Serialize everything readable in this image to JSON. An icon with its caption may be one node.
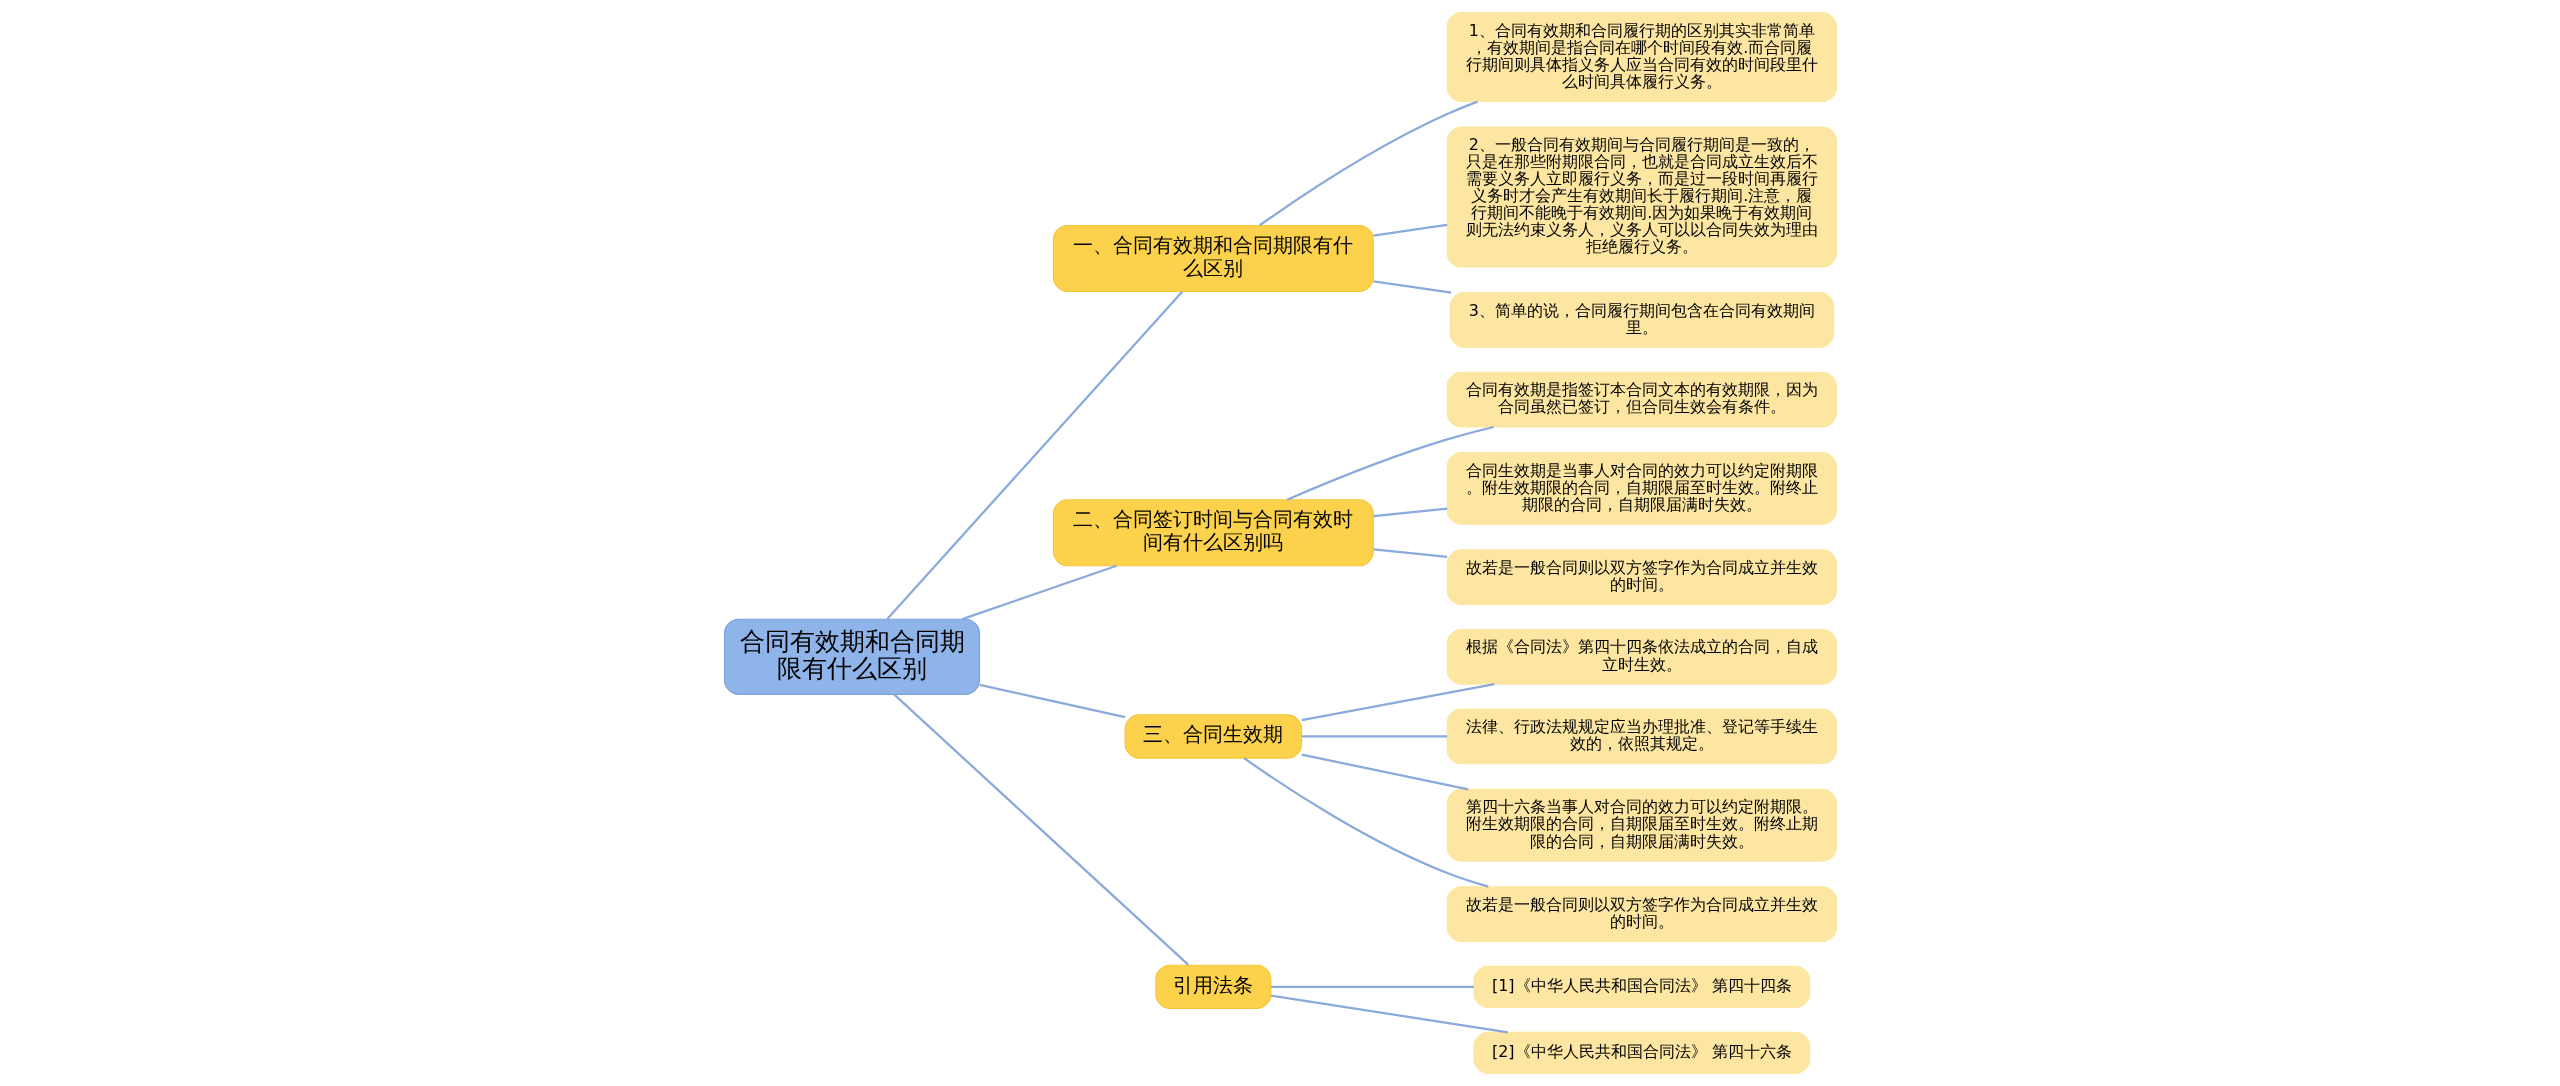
{
  "diagram": {
    "nodes": [
      {
        "text": [
          "合同有效期和合同期限有什么区别"
        ]
      },
      {
        "text": [
          "一、合同有效期和合同期限有什么区别"
        ]
      },
      {
        "text": [
          "1、合同有效期和合同履行期的区别其实非常简单，有效期间是指合同在哪个时间段有效.而合同履行期间则具体指义务人应当合同有效的时间段里什么时间具体履行义务。"
        ]
      },
      {
        "text": [
          "2、一般合同有效期间与合同履行期间是一致的，只是在那些附期限合同，也就是合同成立生效后不需要义务人立即履行义务，而是过一段时间再履行义务时才会产生有效期间长于履行期间.注意，履行期间不能晚于有效期间.因为如果晚于有效期间则无法约束义务人，义务人可以以合同失效为理由拒绝履行义务。"
        ]
      },
      {
        "text": [
          "3、简单的说，合同履行期间包含在合同有效期间里。"
        ]
      },
      {
        "text": [
          "二、合同签订时间与合同有效时间有什么区别吗"
        ]
      },
      {
        "text": [
          "合同有效期是指签订本合同文本的有效期限，因为合同虽然已签订，但合同生效会有条件。"
        ]
      },
      {
        "text": [
          "合同生效期是当事人对合同的效力可以约定附期限。附生效期限的合同，自期限届至时生效。附终止期限的合同，自期限届满时失效。"
        ]
      },
      {
        "text": [
          "故若是一般合同则以双方签字作为合同成立并生效的时间。"
        ]
      },
      {
        "text": [
          "三、合同生效期"
        ]
      },
      {
        "text": [
          "根据《合同法》第四十四条依法成立的合同，自成立时生效。"
        ]
      },
      {
        "text": [
          "法律、行政法规规定应当办理批准、登记等手续生效的，依照其规定。"
        ]
      },
      {
        "text": [
          "第四十六条当事人对合同的效力可以约定附期限。附生效期限的合同，自期限届至时生效。附终止期限的合同，自期限届满时失效。"
        ]
      },
      {
        "text": [
          "故若是一般合同则以双方签字作为合同成立并生效的时间。"
        ]
      },
      {
        "text": [
          "引用法条"
        ]
      },
      {
        "text": [
          "[1]《中华人民共和国合同法》 第四十四条"
        ]
      },
      {
        "text": [
          "[2]《中华人民共和国合同法》 第四十六条"
        ]
      }
    ],
    "edges": [
      {
        "from": 0,
        "to": 1,
        "arrow": "none"
      },
      {
        "from": 1,
        "to": 2,
        "arrow": "none"
      },
      {
        "from": 1,
        "to": 3,
        "arrow": "none"
      },
      {
        "from": 1,
        "to": 4,
        "arrow": "none"
      },
      {
        "from": 0,
        "to": 5,
        "arrow": "none"
      },
      {
        "from": 5,
        "to": 6,
        "arrow": "none"
      },
      {
        "from": 5,
        "to": 7,
        "arrow": "none"
      },
      {
        "from": 5,
        "to": 8,
        "arrow": "none"
      },
      {
        "from": 0,
        "to": 9,
        "arrow": "none"
      },
      {
        "from": 9,
        "to": 10,
        "arrow": "none"
      },
      {
        "from": 9,
        "to": 11,
        "arrow": "none"
      },
      {
        "from": 9,
        "to": 12,
        "arrow": "none"
      },
      {
        "from": 9,
        "to": 13,
        "arrow": "none"
      },
      {
        "from": 0,
        "to": 14,
        "arrow": "none"
      },
      {
        "from": 14,
        "to": 15,
        "arrow": "none"
      },
      {
        "from": 14,
        "to": 16,
        "arrow": "none"
      }
    ]
  }
}
